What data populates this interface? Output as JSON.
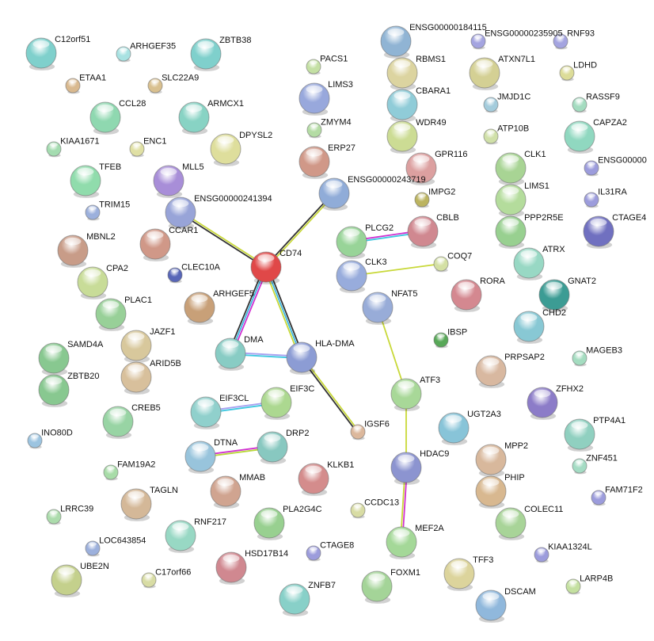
{
  "network": {
    "nodes": [
      {
        "id": "C12orf51",
        "label": "C12orf51",
        "color": "#7fd0cc"
      },
      {
        "id": "ARHGEF35",
        "label": "ARHGEF35",
        "color": "#a8e2e2"
      },
      {
        "id": "ZBTB38",
        "label": "ZBTB38",
        "color": "#7fd0cc"
      },
      {
        "id": "ETAA1",
        "label": "ETAA1",
        "color": "#d9b98f"
      },
      {
        "id": "SLC22A9",
        "label": "SLC22A9",
        "color": "#d9c08f"
      },
      {
        "id": "CCL28",
        "label": "CCL28",
        "color": "#8fd8b0"
      },
      {
        "id": "ARMCX1",
        "label": "ARMCX1",
        "color": "#88d3c4"
      },
      {
        "id": "KIAA1671",
        "label": "KIAA1671",
        "color": "#a4dcb0"
      },
      {
        "id": "ENC1",
        "label": "ENC1",
        "color": "#e0e0a4"
      },
      {
        "id": "DPYSL2",
        "label": "DPYSL2",
        "color": "#dede9c"
      },
      {
        "id": "TFEB",
        "label": "TFEB",
        "color": "#90dcac"
      },
      {
        "id": "MLL5",
        "label": "MLL5",
        "color": "#a88ed8"
      },
      {
        "id": "TRIM15",
        "label": "TRIM15",
        "color": "#9cb0dc"
      },
      {
        "id": "ENSG00000241394",
        "label": "ENSG00000241394",
        "color": "#98a4d8"
      },
      {
        "id": "MBNL2",
        "label": "MBNL2",
        "color": "#c89c88"
      },
      {
        "id": "CCAR1",
        "label": "CCAR1",
        "color": "#d09888"
      },
      {
        "id": "CLEC10A",
        "label": "CLEC10A",
        "color": "#5866b8"
      },
      {
        "id": "CPA2",
        "label": "CPA2",
        "color": "#c8dc98"
      },
      {
        "id": "CD74",
        "label": "CD74",
        "color": "#e04848"
      },
      {
        "id": "ARHGEF5",
        "label": "ARHGEF5",
        "color": "#c8a078"
      },
      {
        "id": "PLAC1",
        "label": "PLAC1",
        "color": "#98d098"
      },
      {
        "id": "JAZF1",
        "label": "JAZF1",
        "color": "#d8c89c"
      },
      {
        "id": "SAMD4A",
        "label": "SAMD4A",
        "color": "#88c890"
      },
      {
        "id": "DMA",
        "label": "DMA",
        "color": "#88ccc4"
      },
      {
        "id": "HLA-DMA",
        "label": "HLA-DMA",
        "color": "#8c9cd4"
      },
      {
        "id": "ARID5B",
        "label": "ARID5B",
        "color": "#d8c09c"
      },
      {
        "id": "ZBTB20",
        "label": "ZBTB20",
        "color": "#88c890"
      },
      {
        "id": "CREB5",
        "label": "CREB5",
        "color": "#98d4a4"
      },
      {
        "id": "EIF3CL",
        "label": "EIF3CL",
        "color": "#90d0cc"
      },
      {
        "id": "EIF3C",
        "label": "EIF3C",
        "color": "#acd890"
      },
      {
        "id": "IGSF6",
        "label": "IGSF6",
        "color": "#dcb89c"
      },
      {
        "id": "INO80D",
        "label": "INO80D",
        "color": "#9cc4e0"
      },
      {
        "id": "DTNA",
        "label": "DTNA",
        "color": "#98c4dc"
      },
      {
        "id": "DRP2",
        "label": "DRP2",
        "color": "#88c8c0"
      },
      {
        "id": "FAM19A2",
        "label": "FAM19A2",
        "color": "#a8dca8"
      },
      {
        "id": "MMAB",
        "label": "MMAB",
        "color": "#d0a490"
      },
      {
        "id": "KLKB1",
        "label": "KLKB1",
        "color": "#d48c8c"
      },
      {
        "id": "TAGLN",
        "label": "TAGLN",
        "color": "#d4b898"
      },
      {
        "id": "LRRC39",
        "label": "LRRC39",
        "color": "#acdcac"
      },
      {
        "id": "PLA2G4C",
        "label": "PLA2G4C",
        "color": "#98d090"
      },
      {
        "id": "RNF217",
        "label": "RNF217",
        "color": "#98d8c4"
      },
      {
        "id": "LOC643854",
        "label": "LOC643854",
        "color": "#9cb0dc"
      },
      {
        "id": "CTAGE8",
        "label": "CTAGE8",
        "color": "#9c9cdc"
      },
      {
        "id": "HSD17B14",
        "label": "HSD17B14",
        "color": "#d08890"
      },
      {
        "id": "C17orf66",
        "label": "C17orf66",
        "color": "#d8dca4"
      },
      {
        "id": "UBE2N",
        "label": "UBE2N",
        "color": "#c4d08c"
      },
      {
        "id": "ZNFB7",
        "label": "ZNFB7",
        "color": "#88d0c8"
      },
      {
        "id": "PACS1",
        "label": "PACS1",
        "color": "#c4e0a4"
      },
      {
        "id": "LIMS3",
        "label": "LIMS3",
        "color": "#98a8dc"
      },
      {
        "id": "ZMYM4",
        "label": "ZMYM4",
        "color": "#b4dca4"
      },
      {
        "id": "ERP27",
        "label": "ERP27",
        "color": "#d09888"
      },
      {
        "id": "ENSG00000243719",
        "label": "ENSG00000243719",
        "color": "#90acd8"
      },
      {
        "id": "PLCG2",
        "label": "PLCG2",
        "color": "#98d498"
      },
      {
        "id": "CBLB",
        "label": "CBLB",
        "color": "#d08890"
      },
      {
        "id": "CLK3",
        "label": "CLK3",
        "color": "#98acdc"
      },
      {
        "id": "COQ7",
        "label": "COQ7",
        "color": "#d4e0a4"
      },
      {
        "id": "NFAT5",
        "label": "NFAT5",
        "color": "#98acd8"
      },
      {
        "id": "RORA",
        "label": "RORA",
        "color": "#d48890"
      },
      {
        "id": "IBSP",
        "label": "IBSP",
        "color": "#58a858"
      },
      {
        "id": "ATF3",
        "label": "ATF3",
        "color": "#a8d898"
      },
      {
        "id": "ENSG00000184115",
        "label": "ENSG00000184115",
        "color": "#90b4d4"
      },
      {
        "id": "ENSG00000235905",
        "label": "ENSG00000235905",
        "color": "#a4a4e0"
      },
      {
        "id": "RNF93",
        "label": "RNF93",
        "color": "#a4a4e0"
      },
      {
        "id": "RBMS1",
        "label": "RBMS1",
        "color": "#dcd4a0"
      },
      {
        "id": "ATXN7L1",
        "label": "ATXN7L1",
        "color": "#d4d094"
      },
      {
        "id": "LDHD",
        "label": "LDHD",
        "color": "#dcdc98"
      },
      {
        "id": "CBARA1",
        "label": "CBARA1",
        "color": "#90ccd8"
      },
      {
        "id": "JMJD1C",
        "label": "JMJD1C",
        "color": "#a4ccdc"
      },
      {
        "id": "RASSF9",
        "label": "RASSF9",
        "color": "#a4dcc0"
      },
      {
        "id": "WDR49",
        "label": "WDR49",
        "color": "#ccdc94"
      },
      {
        "id": "ATP10B",
        "label": "ATP10B",
        "color": "#d0e0a8"
      },
      {
        "id": "CAPZA2",
        "label": "CAPZA2",
        "color": "#90d8c0"
      },
      {
        "id": "GPR116",
        "label": "GPR116",
        "color": "#dca0a0"
      },
      {
        "id": "CLK1",
        "label": "CLK1",
        "color": "#a8d494"
      },
      {
        "id": "ENSG00000",
        "label": "ENSG00000",
        "color": "#9c9cdc"
      },
      {
        "id": "IMPG2",
        "label": "IMPG2",
        "color": "#bcb460"
      },
      {
        "id": "LIMS1",
        "label": "LIMS1",
        "color": "#b4dc9c"
      },
      {
        "id": "IL31RA",
        "label": "IL31RA",
        "color": "#9c9cdc"
      },
      {
        "id": "PPP2R5E",
        "label": "PPP2R5E",
        "color": "#98d090"
      },
      {
        "id": "CTAGE4",
        "label": "CTAGE4",
        "color": "#7070c0"
      },
      {
        "id": "ATRX",
        "label": "ATRX",
        "color": "#98d8c4"
      },
      {
        "id": "GNAT2",
        "label": "GNAT2",
        "color": "#3c9c94"
      },
      {
        "id": "CHD2",
        "label": "CHD2",
        "color": "#88c8d4"
      },
      {
        "id": "MAGEB3",
        "label": "MAGEB3",
        "color": "#a4dcc0"
      },
      {
        "id": "PRPSAP2",
        "label": "PRPSAP2",
        "color": "#d8b8a0"
      },
      {
        "id": "ZFHX2",
        "label": "ZFHX2",
        "color": "#8c7cc8"
      },
      {
        "id": "UGT2A3",
        "label": "UGT2A3",
        "color": "#88c4d8"
      },
      {
        "id": "PTP4A1",
        "label": "PTP4A1",
        "color": "#90d0c0"
      },
      {
        "id": "ZNF451",
        "label": "ZNF451",
        "color": "#a4dcc4"
      },
      {
        "id": "MPP2",
        "label": "MPP2",
        "color": "#d8b89c"
      },
      {
        "id": "HDAC9",
        "label": "HDAC9",
        "color": "#8c94d0"
      },
      {
        "id": "PHIP",
        "label": "PHIP",
        "color": "#d8b890"
      },
      {
        "id": "FAM71F2",
        "label": "FAM71F2",
        "color": "#9c9cdc"
      },
      {
        "id": "COLEC11",
        "label": "COLEC11",
        "color": "#a8d498"
      },
      {
        "id": "CCDC13",
        "label": "CCDC13",
        "color": "#d8dca4"
      },
      {
        "id": "MEF2A",
        "label": "MEF2A",
        "color": "#a4d898"
      },
      {
        "id": "KIAA1324L",
        "label": "KIAA1324L",
        "color": "#9c9cdc"
      },
      {
        "id": "TFF3",
        "label": "TFF3",
        "color": "#dcd49c"
      },
      {
        "id": "LARP4B",
        "label": "LARP4B",
        "color": "#c4e0a0"
      },
      {
        "id": "FOXM1",
        "label": "FOXM1",
        "color": "#a4d498"
      },
      {
        "id": "DSCAM",
        "label": "DSCAM",
        "color": "#90b8dc"
      }
    ],
    "edges": [
      {
        "from": "CD74",
        "to": "ENSG00000241394",
        "channels": [
          "#333333",
          "#c8d838"
        ]
      },
      {
        "from": "CD74",
        "to": "ENSG00000243719",
        "channels": [
          "#333333",
          "#c8d838"
        ]
      },
      {
        "from": "CD74",
        "to": "DMA",
        "channels": [
          "#d030d0",
          "#40b8e0",
          "#333333"
        ]
      },
      {
        "from": "CD74",
        "to": "HLA-DMA",
        "channels": [
          "#333333",
          "#40b8e0",
          "#c8d838"
        ]
      },
      {
        "from": "DMA",
        "to": "HLA-DMA",
        "channels": [
          "#a8a0f0",
          "#40c8e0"
        ]
      },
      {
        "from": "HLA-DMA",
        "to": "IGSF6",
        "channels": [
          "#c8d838",
          "#333333"
        ]
      },
      {
        "from": "EIF3CL",
        "to": "EIF3C",
        "channels": [
          "#a8a0f0",
          "#40c8e0"
        ]
      },
      {
        "from": "DTNA",
        "to": "DRP2",
        "channels": [
          "#d030d0",
          "#b8d838"
        ]
      },
      {
        "from": "PLCG2",
        "to": "CBLB",
        "channels": [
          "#d030d0",
          "#40c8e0"
        ]
      },
      {
        "from": "CLK3",
        "to": "COQ7",
        "channels": [
          "#c8d838"
        ]
      },
      {
        "from": "NFAT5",
        "to": "ATF3",
        "channels": [
          "#c8d838"
        ]
      },
      {
        "from": "ATF3",
        "to": "HDAC9",
        "channels": [
          "#c8d838"
        ]
      },
      {
        "from": "HDAC9",
        "to": "MEF2A",
        "channels": [
          "#d030d0",
          "#c8d838"
        ]
      }
    ]
  }
}
